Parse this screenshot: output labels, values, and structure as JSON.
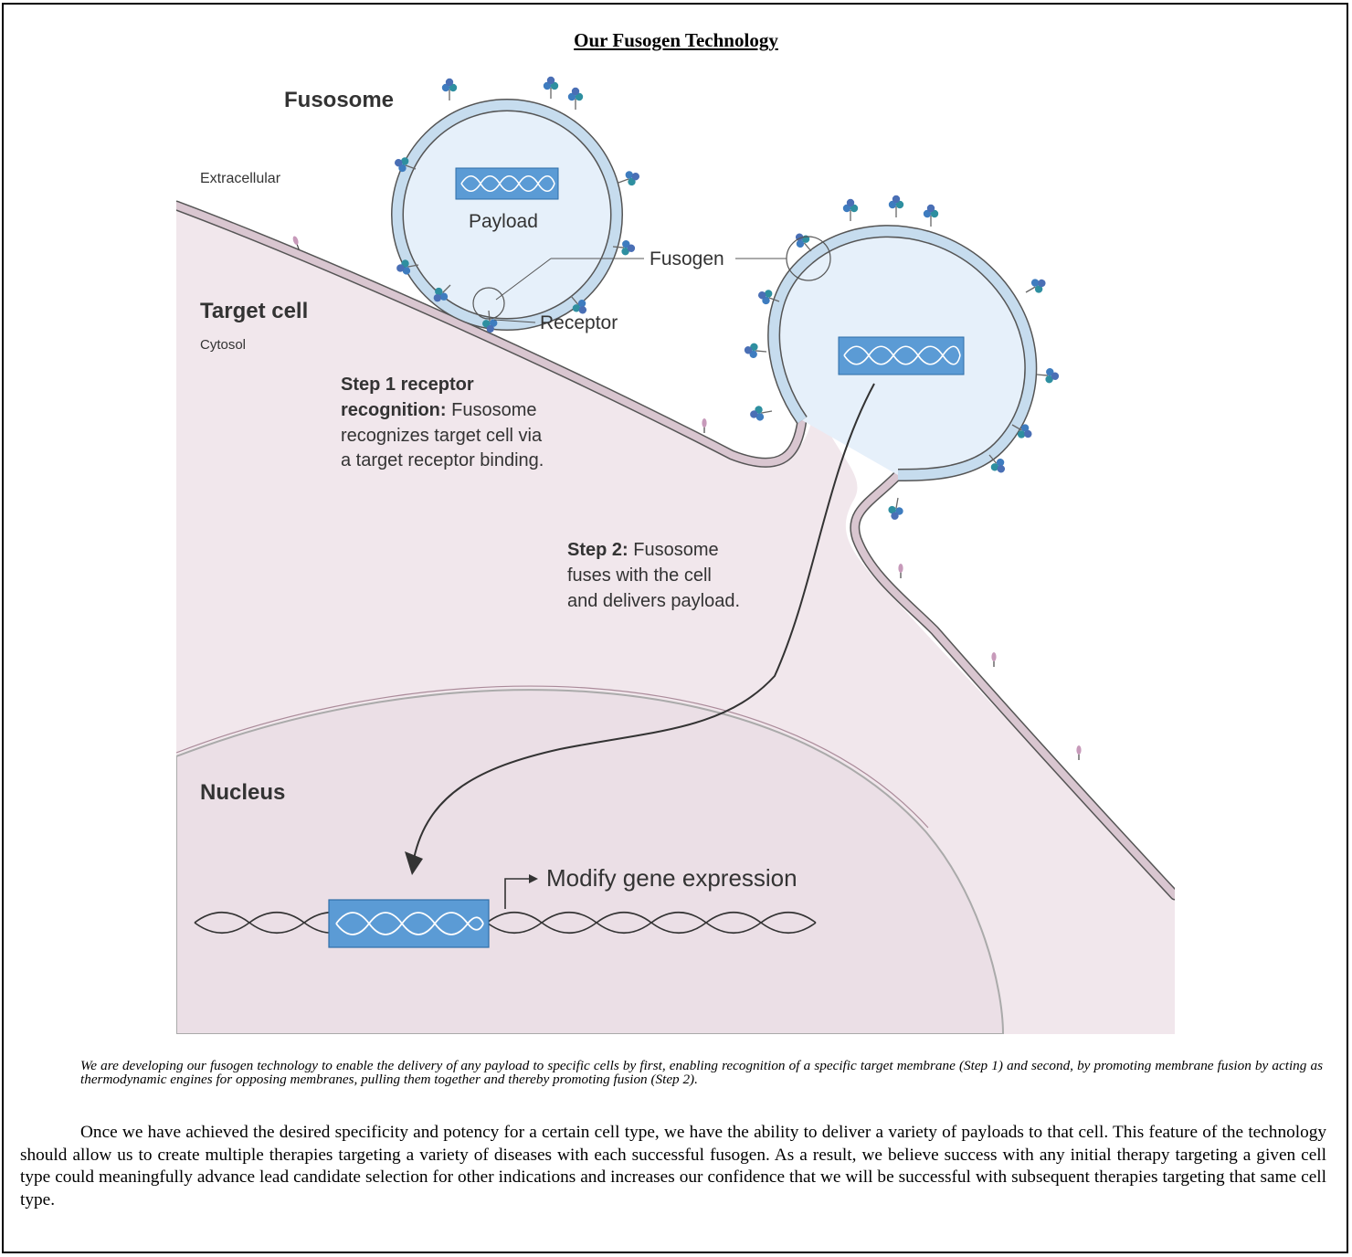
{
  "page": {
    "title": "Our Fusogen Technology"
  },
  "figure": {
    "labels": {
      "fusosome": "Fusosome",
      "extracellular": "Extracellular",
      "payload": "Payload",
      "fusogen": "Fusogen",
      "target_cell": "Target cell",
      "receptor": "Receptor",
      "cytosol": "Cytosol",
      "step1_bold_line1": "Step 1 receptor",
      "step1_bold_line2": "recognition:",
      "step1_rest_line2": " Fusosome",
      "step1_line3": "recognizes target cell via",
      "step1_line4": "a target receptor binding.",
      "step2_bold": "Step 2:",
      "step2_rest_line1": " Fusosome",
      "step2_line2": "fuses with the cell",
      "step2_line3": "and delivers payload.",
      "nucleus": "Nucleus",
      "modify": "Modify gene expression"
    },
    "colors": {
      "cytosol": "#f1e7ec",
      "nucleus": "#ebdfe6",
      "vesicle_fill": "#e6f0fa",
      "membrane": "#c6dcee",
      "payload_box": "#5b9bd5",
      "dna": "#333333"
    },
    "icons": [
      "fusogen-protein-icon",
      "receptor-icon",
      "dna-icon",
      "arrow-icon"
    ]
  },
  "caption": "We are developing our fusogen technology to enable the delivery of any payload to specific cells by first, enabling recognition of a specific target membrane (Step 1) and second, by promoting membrane fusion by acting as thermodynamic engines for opposing membranes, pulling them together and thereby promoting fusion (Step 2).",
  "body_text": "Once we have achieved the desired specificity and potency for a certain cell type, we have the ability to deliver a variety of payloads to that cell. This feature of the technology should allow us to create multiple therapies targeting a variety of diseases with each successful fusogen. As a result, we believe success with any initial therapy targeting a given cell type could meaningfully advance lead candidate selection for other indications and increases our confidence that we will be successful with subsequent therapies targeting that same cell type."
}
